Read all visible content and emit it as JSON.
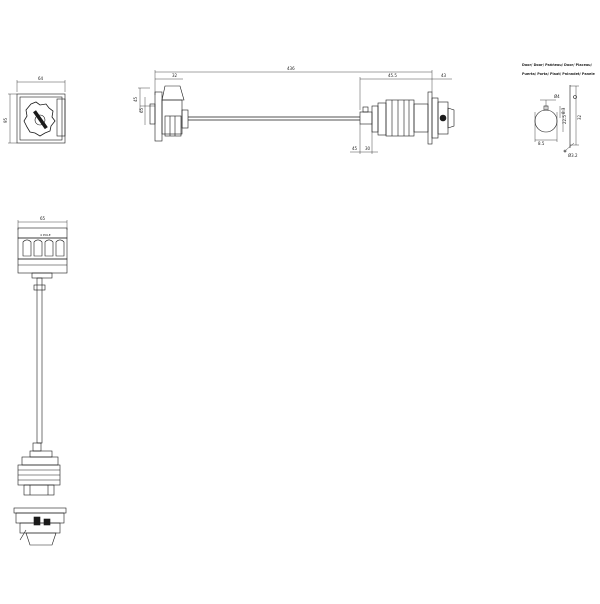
{
  "drawing": {
    "front_view": {
      "width_dim": "64",
      "height_dim": "95"
    },
    "side_view": {
      "overall_length_dim": "436",
      "depth_dim": "32",
      "left_dims": [
        "45",
        "65"
      ],
      "right_dims": [
        "45.5",
        "43"
      ],
      "bottom_dims": [
        "45",
        "30"
      ]
    },
    "cutout": {
      "header_line_1": "Door/ Door/ Paññeau/ Door/ Placeau/",
      "header_line_2": "Puerta/ Porta/ Plaat/ Pnlnndet/ Panele",
      "dims": [
        "Ø4",
        "8.3",
        "22.5",
        "8.5",
        "32"
      ],
      "note": "Ø3.2"
    },
    "top_view": {
      "width_dim": "65",
      "label": "4 POLE"
    }
  },
  "colors": {
    "line": "#1a1a1a",
    "fill": "#ffffff",
    "background": "#ffffff"
  }
}
